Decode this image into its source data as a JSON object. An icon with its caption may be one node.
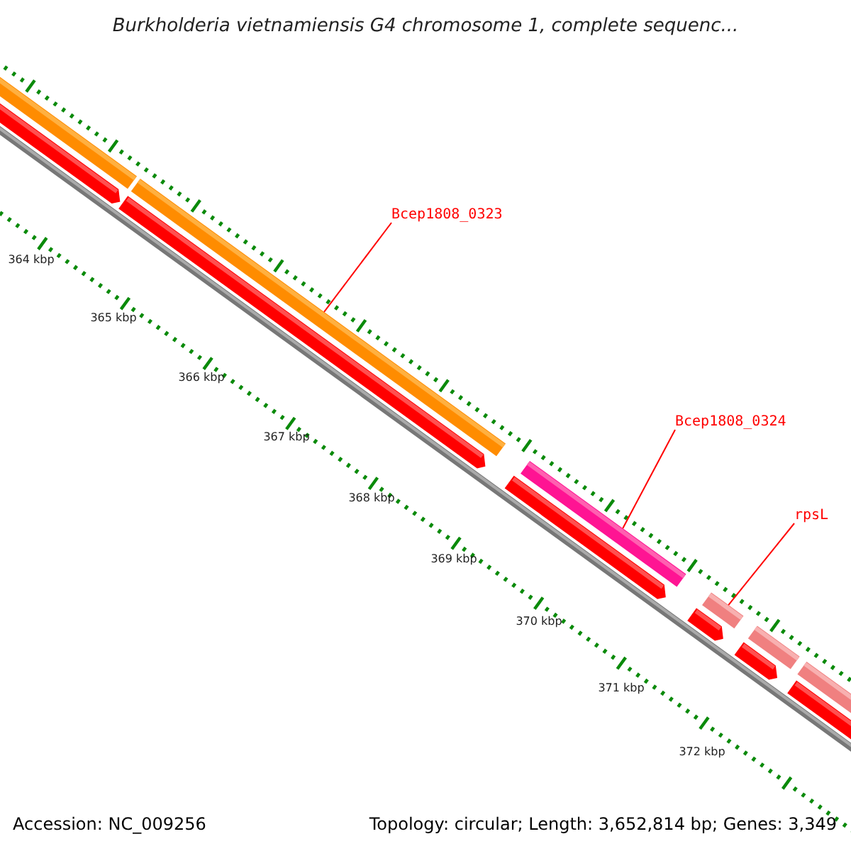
{
  "diagram": {
    "title": "Burkholderia vietnamiensis G4 chromosome 1, complete sequenc...",
    "nodes": [
      {
        "text": [
          "Bcep1808_0323"
        ]
      },
      {
        "text": [],
        "shape": "bar"
      },
      {
        "text": [
          "Bcep1808_0324"
        ]
      },
      {
        "text": [],
        "shape": "bar"
      },
      {
        "text": [
          "rpsL"
        ]
      },
      {
        "text": [],
        "shape": "bar"
      }
    ],
    "edges": [
      {
        "from": 0,
        "to": 1,
        "arrow": "none"
      },
      {
        "from": 2,
        "to": 3,
        "arrow": "none"
      },
      {
        "from": 4,
        "to": 5,
        "arrow": "none"
      }
    ],
    "labels": [
      "364 kbp",
      "365 kbp",
      "366 kbp",
      "367 kbp",
      "368 kbp",
      "369 kbp",
      "370 kbp",
      "371 kbp",
      "372 kbp",
      "Accession: NC_009256",
      "Topology: circular; Length: 3,652,814 bp; Genes: 3,349"
    ]
  }
}
